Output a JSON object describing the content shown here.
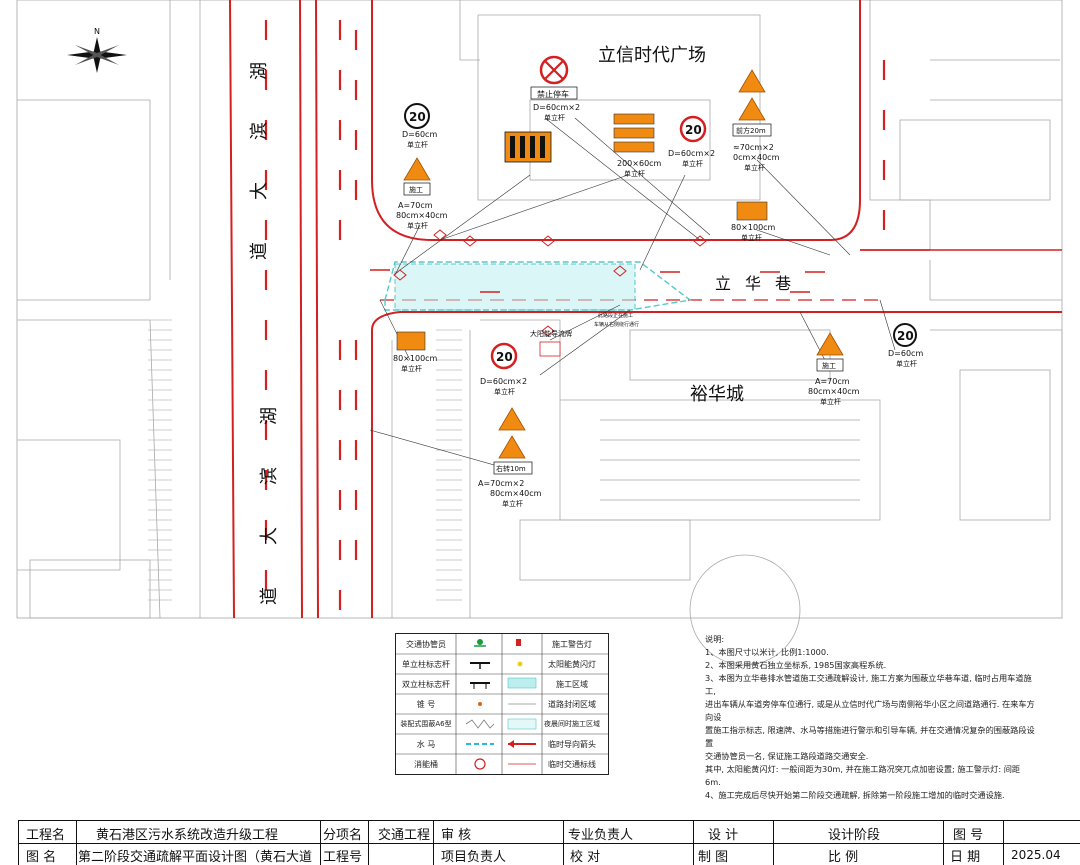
{
  "map": {
    "building_north": "立信时代广场",
    "building_south": "裕华城",
    "road_main": "湖滨大道",
    "road_main_chars": [
      "湖",
      "滨",
      "大",
      "道"
    ],
    "road_lane": "立华巷",
    "lane_chars": [
      "立",
      "华",
      "巷"
    ],
    "north_label": "N"
  },
  "signs": {
    "limit_value": "20",
    "no_parking_label": "禁止停车",
    "no_parking_size": "D=60cm×2",
    "single_pole": "单立杆",
    "limit_size": "D=60cm",
    "limit_size_2": "D=60cm×2",
    "limit_size_3": "D=60cm×2",
    "limit_size_4": "D=60cm",
    "construction_label": "施工",
    "ahead_label": "前方20m",
    "right_turn_label": "右转10m",
    "tri_size_a": "A=70cm",
    "rect_size": "80cm×40cm",
    "tri_size_b": "≈70cm×2",
    "rect_size_b": "0cm×40cm",
    "tri_size_c": "A=70cm×2",
    "rect_size_c": "80cm×40cm",
    "arrow_board_size": "80×100cm",
    "arrow_board_size_2": "80×100cm",
    "board_stack_size": "200×60cm",
    "detour_label": "大阳能导流牌",
    "closure_note_1": "此路段正在施工",
    "closure_note_2": "车辆从右侧绕行通行"
  },
  "legend": {
    "title": "图例",
    "items": [
      {
        "label": "交通协管员",
        "label2": "施工警告灯"
      },
      {
        "label": "单立柱标志杆",
        "label2": "太阳能黄闪灯"
      },
      {
        "label": "双立柱标志杆",
        "label2": "施工区域"
      },
      {
        "label": "锥 号",
        "label2": "道路封闭区域"
      },
      {
        "label": "装配式围蔽A6型",
        "label2": "夜晨间时施工区域"
      },
      {
        "label": "水 马",
        "label2": "临时导向箭头"
      },
      {
        "label": "消能桶",
        "label2": "临时交通标线"
      }
    ]
  },
  "notes": {
    "title": "说明:",
    "lines": [
      "1、本图尺寸以米计, 比例1:1000.",
      "2、本图采用黄石独立坐标系, 1985国家高程系统.",
      "3、本图为立华巷排水管道施工交通疏解设计, 施工方案为围蔽立华巷车道, 临时占用车道施工,",
      "进出车辆从车道旁停车位通行, 或是从立信时代广场与南侧裕华小区之间道路通行. 在来车方向设",
      "置施工指示标志, 限速牌、水马等措施进行警示和引导车辆, 并在交通情况复杂的围蔽路段设置",
      "交通协管员一名, 保证施工路段道路交通安全.",
      "其中, 太阳能黄闪灯: 一般间距为30m, 并在施工路况突兀点加密设置; 施工警示灯: 间距",
      "6m.",
      "4、施工完成后尽快开始第二阶段交通疏解, 拆除第一阶段施工增加的临时交通设施."
    ]
  },
  "titleblock": {
    "project_label": "工程名",
    "project_name": "黄石港区污水系统改造升级工程",
    "sub_label": "分项名",
    "sub_name": "交通工程",
    "review_label": "审 核",
    "chief_label": "专业负责人",
    "design_label": "设 计",
    "stage_label": "设计阶段",
    "drawing_no_label": "图 号",
    "figure_label": "图 名",
    "figure_name": "第二阶段交通疏解平面设计图（黄石大道",
    "project_no_label": "工程号",
    "project_lead_label": "项目负责人",
    "check_label": "校 对",
    "draw_label": "制 图",
    "scale_label": "比 例",
    "date_label": "日 期",
    "date_value": "2025.04"
  },
  "colors": {
    "road_red": "#d42020",
    "map_gray": "#9a9a9a",
    "sign_orange": "#f08a10",
    "construction_cyan": "#7fd8d8"
  }
}
